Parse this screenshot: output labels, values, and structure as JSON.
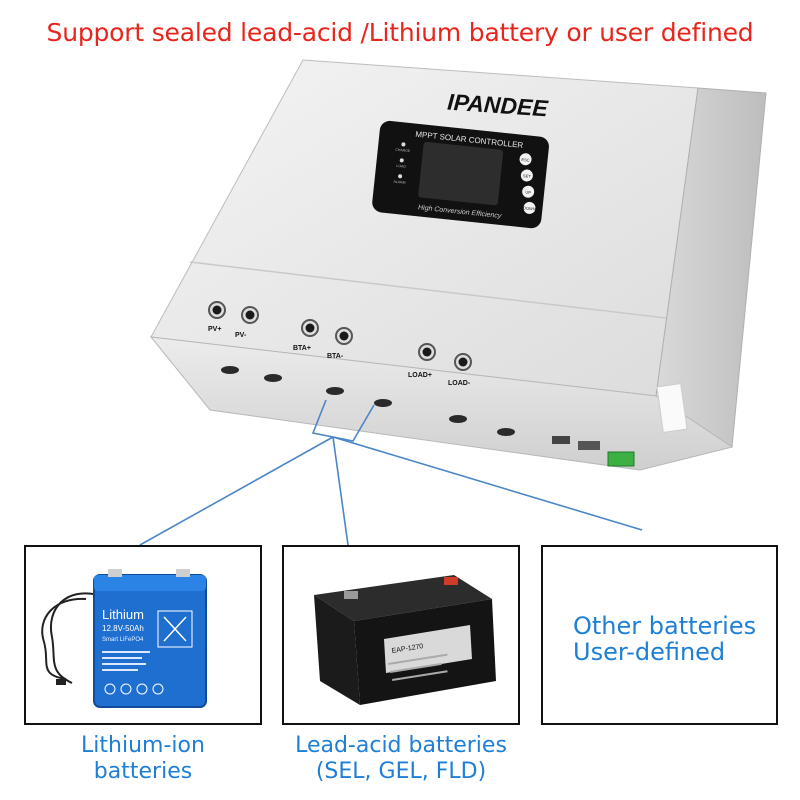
{
  "headline": "Support sealed lead-acid /Lithium battery or user defined",
  "device": {
    "brand": "IPANDEE",
    "screen_title": "MPPT SOLAR CONTROLLER",
    "screen_subtitle": "High Conversion Efficiency",
    "indicator_labels": [
      "CHARGE",
      "LOAD",
      "ALARM"
    ],
    "button_labels": [
      "ESC",
      "SET",
      "UP",
      "DOWN"
    ],
    "terminals": [
      "PV+",
      "PV-",
      "BTA+",
      "BTA-",
      "LOAD+",
      "LOAD-"
    ]
  },
  "cards": {
    "lithium": {
      "label_lines": [
        "Lithium",
        "12.8V-50Ah",
        "Smart LiFePO4"
      ],
      "caption_lines": [
        "Lithium-ion",
        "batteries"
      ]
    },
    "lead": {
      "label": "EAP-1270",
      "caption_lines": [
        "Lead-acid batteries",
        "(SEL, GEL, FLD)"
      ]
    },
    "other": {
      "text_lines": [
        "Other batteries",
        "User-defined"
      ]
    }
  },
  "colors": {
    "headline": "#e8251c",
    "caption": "#1e7fd6",
    "connector_line": "#4a86c8",
    "terminal_block": "#3cb043",
    "lithium_case": "#1f6fd1"
  }
}
